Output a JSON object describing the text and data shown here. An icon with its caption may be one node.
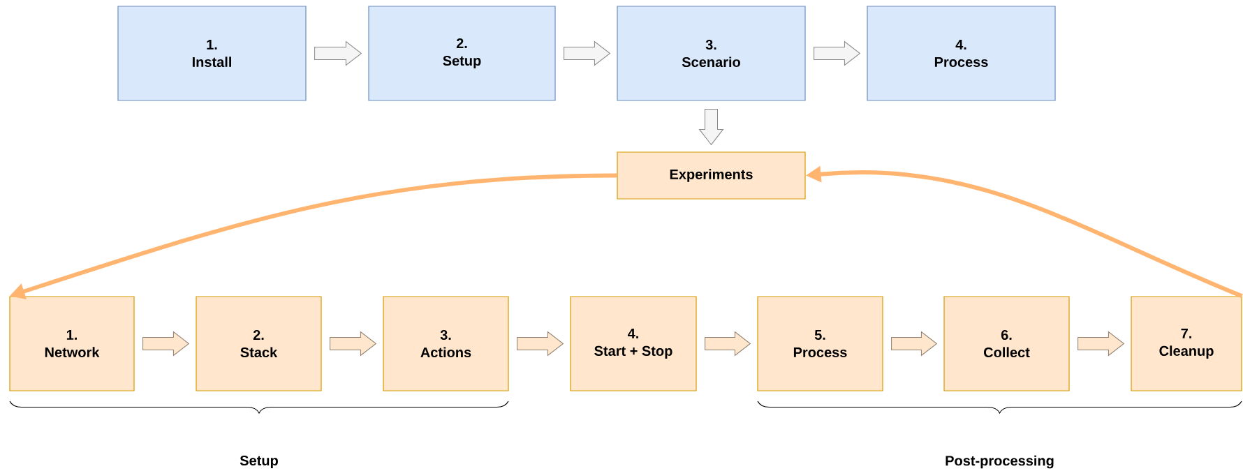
{
  "diagram": {
    "nodes": [
      {
        "text": [
          "1.",
          "Install"
        ]
      },
      {
        "text": [
          "2.",
          "Setup"
        ]
      },
      {
        "text": [
          "3.",
          "Scenario"
        ]
      },
      {
        "text": [
          "4.",
          "Process"
        ]
      },
      {
        "text": [
          "Experiments"
        ]
      },
      {
        "text": [
          "1.",
          "Network"
        ]
      },
      {
        "text": [
          "2.",
          "Stack"
        ]
      },
      {
        "text": [
          "3.",
          "Actions"
        ]
      },
      {
        "text": [
          "4.",
          "Start + Stop"
        ]
      },
      {
        "text": [
          "5.",
          "Process"
        ]
      },
      {
        "text": [
          "6.",
          "Collect"
        ]
      },
      {
        "text": [
          "7.",
          "Cleanup"
        ]
      }
    ],
    "edges": [
      {
        "from": 0,
        "to": 1,
        "arrow": "to",
        "color": "#f5f5f5"
      },
      {
        "from": 1,
        "to": 2,
        "arrow": "to",
        "color": "#f5f5f5"
      },
      {
        "from": 2,
        "to": 3,
        "arrow": "to",
        "color": "#f5f5f5"
      },
      {
        "from": 2,
        "to": 4,
        "arrow": "to",
        "color": "#f5f5f5"
      },
      {
        "from": 4,
        "to": 5,
        "arrow": "to",
        "color": "#ffb570"
      },
      {
        "from": 11,
        "to": 4,
        "arrow": "to",
        "color": "#ffb570"
      },
      {
        "from": 5,
        "to": 6,
        "arrow": "to"
      },
      {
        "from": 6,
        "to": 7,
        "arrow": "to"
      },
      {
        "from": 7,
        "to": 8,
        "arrow": "to"
      },
      {
        "from": 8,
        "to": 9,
        "arrow": "to"
      },
      {
        "from": 9,
        "to": 10,
        "arrow": "to"
      },
      {
        "from": 10,
        "to": 11,
        "arrow": "to"
      }
    ],
    "labels": [
      "Setup",
      "Post-processing"
    ]
  }
}
